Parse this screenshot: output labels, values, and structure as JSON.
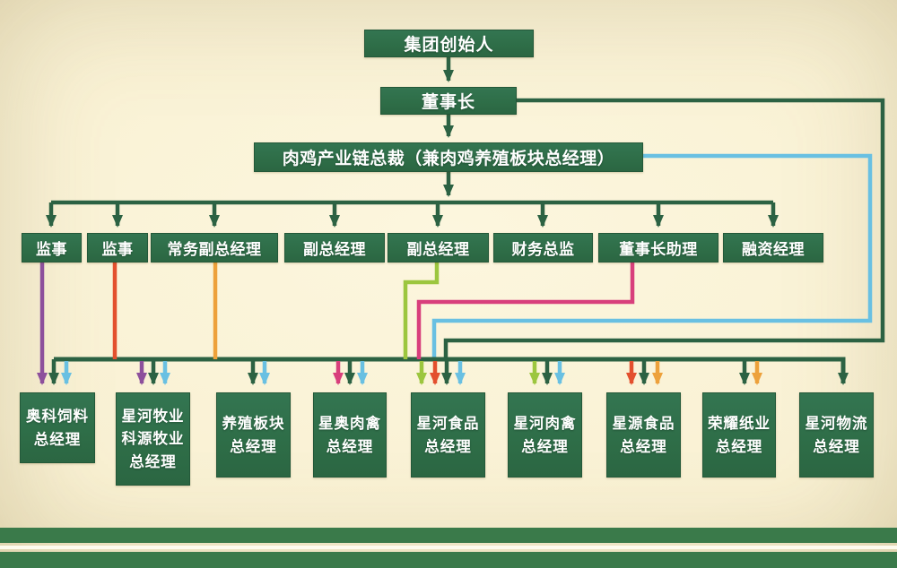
{
  "meta": {
    "type": "org-chart",
    "language": "zh-CN"
  },
  "palette": {
    "box_green": "#2e6d47",
    "line_green": "#2c6243",
    "purple": "#8d509c",
    "red": "#e3502e",
    "orange": "#eda13b",
    "yellow_green": "#9cc63f",
    "magenta": "#d83f7c",
    "light_blue": "#69c0e2",
    "background_cream": "#f9f1d3",
    "footer_bar_green": "#3a7a4a"
  },
  "org": {
    "founder": {
      "label": "集团创始人"
    },
    "chairman": {
      "label": "董事长"
    },
    "president": {
      "label": "肉鸡产业链总裁（兼肉鸡养殖板块总经理）"
    },
    "middle": [
      {
        "label": "监事"
      },
      {
        "label": "监事"
      },
      {
        "label": "常务副总经理"
      },
      {
        "label": "副总经理"
      },
      {
        "label": "副总经理"
      },
      {
        "label": "财务总监"
      },
      {
        "label": "董事长助理"
      },
      {
        "label": "融资经理"
      }
    ],
    "bottom": [
      {
        "label": "奥科饲料\n总经理"
      },
      {
        "label": "星河牧业\n科源牧业\n总经理"
      },
      {
        "label": "养殖板块\n总经理"
      },
      {
        "label": "星奥肉禽\n总经理"
      },
      {
        "label": "星河食品\n总经理"
      },
      {
        "label": "星河肉禽\n总经理"
      },
      {
        "label": "星源食品\n总经理"
      },
      {
        "label": "荣耀纸业\n总经理"
      },
      {
        "label": "星河物流\n总经理"
      }
    ]
  }
}
